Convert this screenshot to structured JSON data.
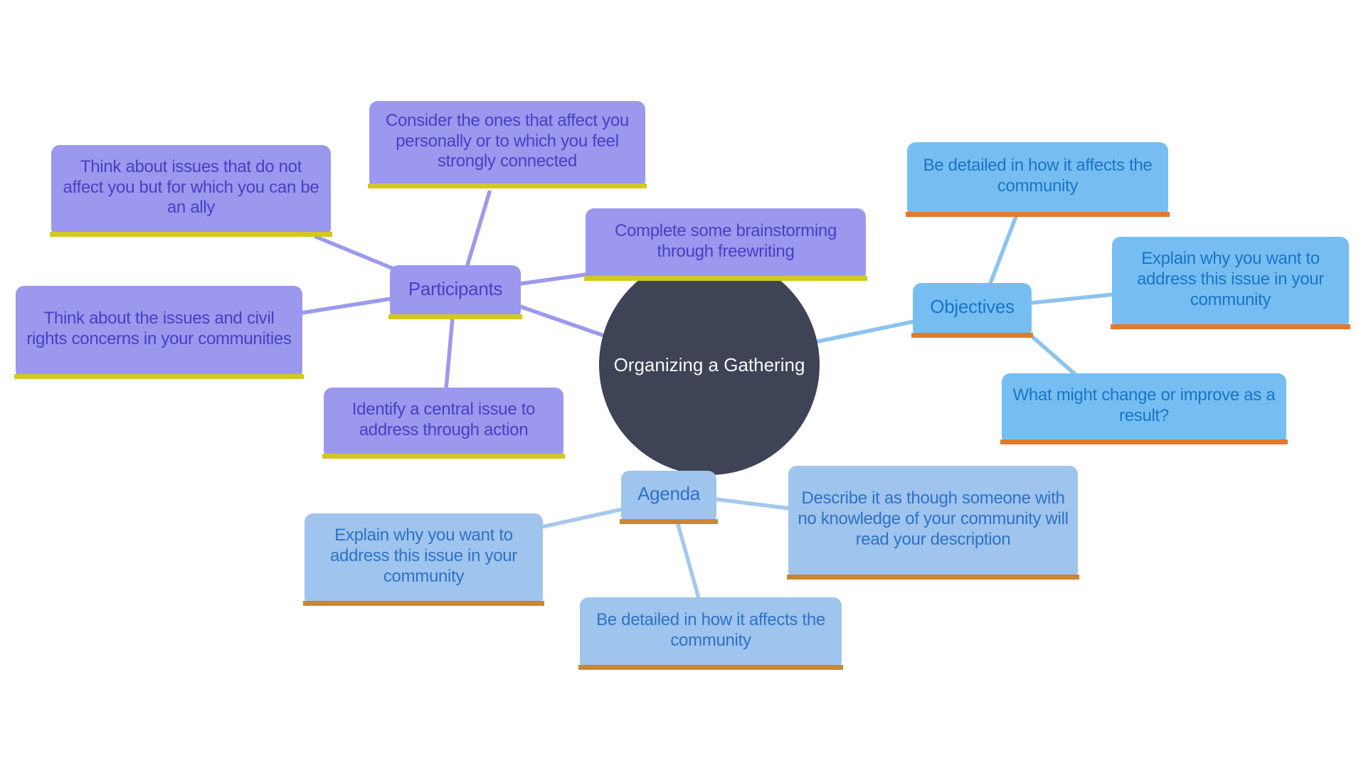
{
  "palette": {
    "background": "#ffffff",
    "center-fill": "#3e4355",
    "center-text": "#f8f9fb",
    "purple-fill": "#9b98ee",
    "purple-text": "#4840c4",
    "purple-accent": "#d4c722",
    "purple-edge": "#9c9aec",
    "blue-fill": "#76bef2",
    "blue-text": "#1b73c5",
    "blue-accent": "#e4792b",
    "blue-edge": "#8cc3f0",
    "lightblue-fill": "#9fc4ed",
    "lightblue-text": "#2d72c6",
    "lightblue-accent": "#cd8530",
    "lightblue-edge": "#a4c8ee"
  },
  "diagram": {
    "type": "mindmap",
    "center": {
      "label": "Organizing a Gathering"
    },
    "branches": {
      "participants": {
        "label": "Participants",
        "children": {
          "consider": {
            "label": "Consider the ones that affect you personally or to which you feel strongly connected"
          },
          "ally": {
            "label": "Think about issues that do not affect you but for which you can be an ally"
          },
          "civil": {
            "label": "Think about the issues and civil rights concerns in your communities"
          },
          "identify": {
            "label": "Identify a central issue to address through action"
          },
          "freewriting": {
            "label": "Complete some brainstorming through freewriting"
          }
        }
      },
      "objectives": {
        "label": "Objectives",
        "children": {
          "detailed": {
            "label": "Be detailed in how it affects the community"
          },
          "explain": {
            "label": "Explain why you want to address this issue in your community"
          },
          "change": {
            "label": "What might change or improve as a result?"
          }
        }
      },
      "agenda": {
        "label": "Agenda",
        "children": {
          "explain": {
            "label": "Explain why you want to address this issue in your community"
          },
          "describe": {
            "label": "Describe it as though someone with no knowledge of your community will read your description"
          },
          "detailed": {
            "label": "Be detailed in how it affects the community"
          }
        }
      }
    }
  }
}
